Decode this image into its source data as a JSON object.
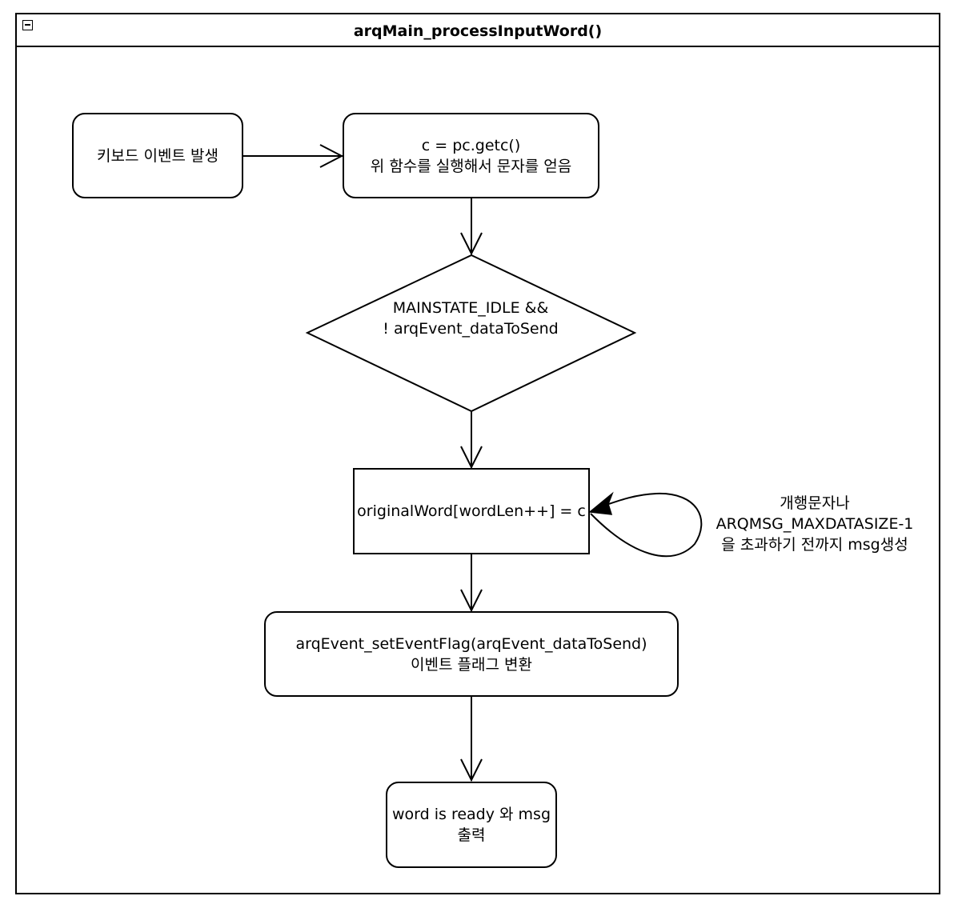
{
  "diagram": {
    "title": "arqMain_processInputWord()",
    "nodes": {
      "keyboard_event": {
        "lines": [
          "키보드 이벤트 발생"
        ]
      },
      "getc": {
        "lines": [
          "c = pc.getc()",
          "위 함수를 실행해서 문자를 얻음"
        ]
      },
      "decision": {
        "lines": [
          "MAINSTATE_IDLE &&",
          "! arqEvent_dataToSend"
        ]
      },
      "store_char": {
        "lines": [
          "originalWord[wordLen++] = c"
        ]
      },
      "set_flag": {
        "lines": [
          "arqEvent_setEventFlag(arqEvent_dataToSend)",
          "이벤트 플래그 변환"
        ]
      },
      "output": {
        "lines": [
          "word is ready 와 msg",
          "출력"
        ]
      }
    },
    "loop_label": {
      "lines": [
        "개행문자나",
        "ARQMSG_MAXDATASIZE-1",
        "을 초과하기 전까지 msg생성"
      ]
    }
  }
}
